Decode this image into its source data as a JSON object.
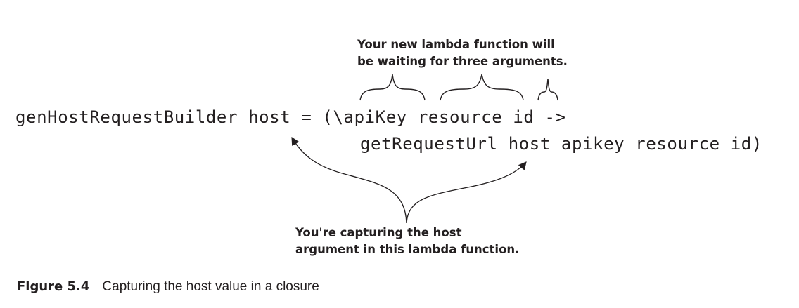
{
  "annotation_top": {
    "line1": "Your new lambda function will",
    "line2": "be waiting for three arguments."
  },
  "code": {
    "line1": "genHostRequestBuilder host = (\\apiKey resource id ->",
    "line2": "getRequestUrl host apikey resource id)"
  },
  "annotation_bottom": {
    "line1": "You're capturing the host",
    "line2": "argument in this lambda function."
  },
  "caption": {
    "label": "Figure 5.4",
    "text": "Capturing the host value in a closure"
  },
  "colors": {
    "ink": "#231f20",
    "background": "#ffffff"
  }
}
